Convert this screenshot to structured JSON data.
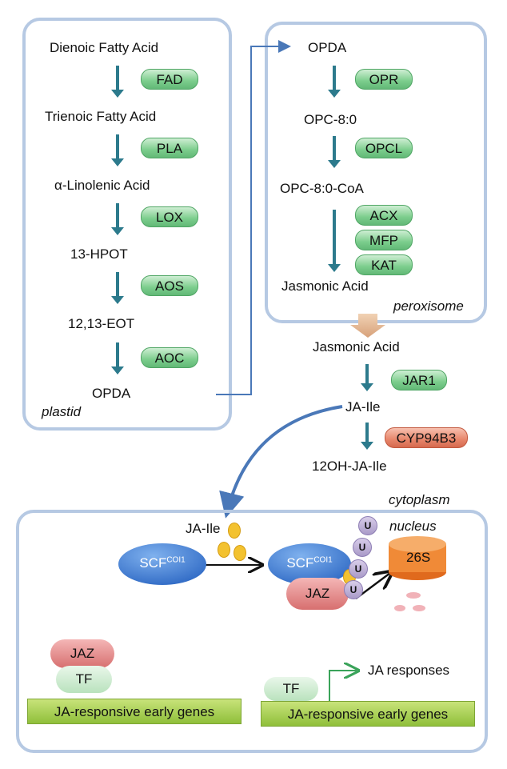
{
  "plastid": {
    "compounds": [
      "Dienoic Fatty Acid",
      "Trienoic Fatty Acid",
      "α-Linolenic Acid",
      "13-HPOT",
      "12,13-EOT",
      "OPDA"
    ],
    "enzymes": [
      "FAD",
      "PLA",
      "LOX",
      "AOS",
      "AOC"
    ],
    "label": "plastid"
  },
  "peroxisome": {
    "compounds": [
      "OPDA",
      "OPC-8:0",
      "OPC-8:0-CoA",
      "Jasmonic Acid"
    ],
    "enzymes": [
      "OPR",
      "OPCL",
      "ACX",
      "MFP",
      "KAT"
    ],
    "label": "peroxisome"
  },
  "cytoplasm": {
    "ja": "Jasmonic Acid",
    "jar1": "JAR1",
    "ja_ile": "JA-Ile",
    "cyp": "CYP94B3",
    "oh_ja_ile": "12OH-JA-Ile",
    "label": "cytoplasm"
  },
  "nucleus": {
    "label": "nucleus",
    "ja_ile": "JA-Ile",
    "scf_base": "SCF",
    "scf_sup": "COI1",
    "jaz": "JAZ",
    "ubiquitin": "U",
    "proteasome": "26S",
    "tf": "TF",
    "genes": "JA-responsive early genes",
    "responses": "JA responses"
  },
  "colors": {
    "box_border": "#b6c9e3",
    "enzyme_green": "#7bcd8c",
    "cyp_red": "#e7856a",
    "arrow_teal": "#2c7a8c",
    "curve_blue": "#4a78b8"
  }
}
